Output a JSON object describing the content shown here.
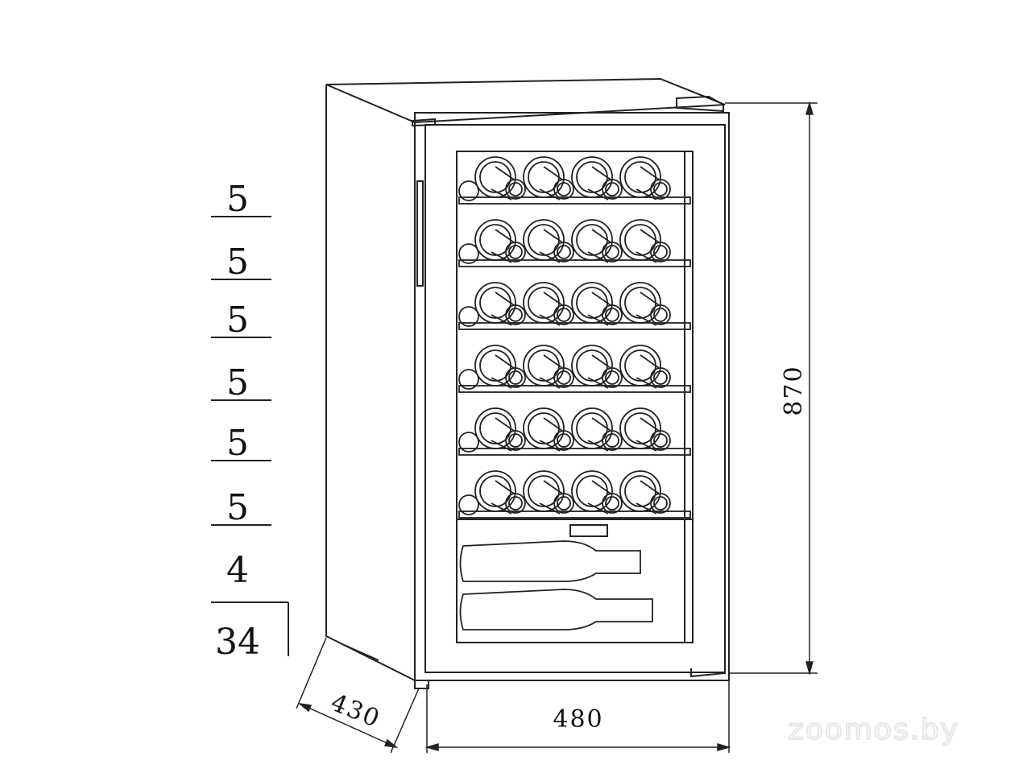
{
  "shelf_capacities": [
    "5",
    "5",
    "5",
    "5",
    "5",
    "5",
    "4"
  ],
  "total_capacity": "34",
  "dimensions": {
    "height": "870",
    "width": "480",
    "depth": "430"
  },
  "bottle_rows": 6,
  "bottles_per_row": 4,
  "watermark": "zoomos.by",
  "line_color": "#222222"
}
